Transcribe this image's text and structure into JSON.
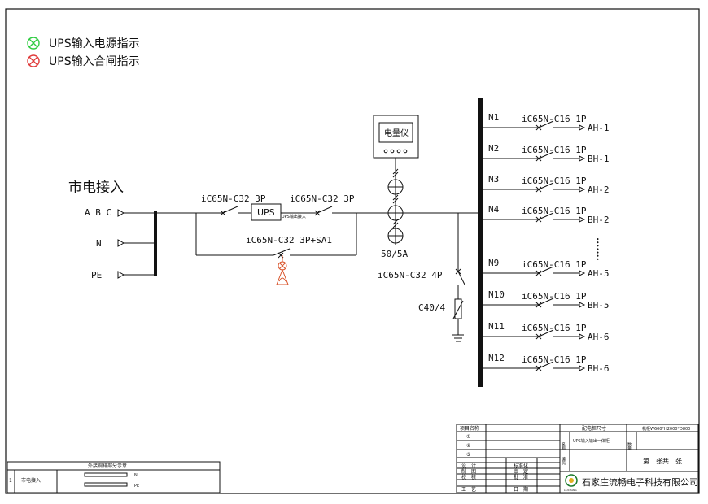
{
  "legend": {
    "green_label": "UPS输入电源指示",
    "red_label": "UPS输入合闸指示",
    "green_color": "#2ecc40",
    "red_color": "#e03b3b"
  },
  "mains": {
    "title": "市电接入",
    "abc": "A B C",
    "n": "N",
    "pe": "PE"
  },
  "main_path": {
    "breaker_in": "iC65N-C32 3P",
    "ups_label": "UPS",
    "ups_sub": "UPS输出接入",
    "breaker_out": "iC65N-C32 3P",
    "bypass": "iC65N-C32 3P+SA1",
    "ct_label": "50/5A",
    "meter_label": "电量仪",
    "spd_breaker": "iC65N-C32 4P",
    "spd_label": "C40/4",
    "busbar_dots": "•••••••"
  },
  "outputs": [
    {
      "n": "N1",
      "breaker": "iC65N-C16 1P",
      "target": "AH-1"
    },
    {
      "n": "N2",
      "breaker": "iC65N-C16 1P",
      "target": "BH-1"
    },
    {
      "n": "N3",
      "breaker": "iC65N-C16 1P",
      "target": "AH-2"
    },
    {
      "n": "N4",
      "breaker": "iC65N-C16 1P",
      "target": "BH-2"
    },
    {
      "n": "N9",
      "breaker": "iC65N-C16 1P",
      "target": "AH-5"
    },
    {
      "n": "N10",
      "breaker": "iC65N-C16 1P",
      "target": "BH-5"
    },
    {
      "n": "N11",
      "breaker": "iC65N-C16 1P",
      "target": "AH-6"
    },
    {
      "n": "N12",
      "breaker": "iC65N-C16 1P",
      "target": "BH-6"
    }
  ],
  "wiring_table": {
    "title": "外接铜排部分示意",
    "row_no": "1",
    "row_label": "市电接入",
    "n_label": "N",
    "pe_label": "PE"
  },
  "title_block": {
    "project_name": "项目名称",
    "circle1": "①",
    "circle2": "②",
    "circle3": "③",
    "design": "设　计",
    "draw": "制　图",
    "check": "校　核",
    "process": "工　艺",
    "standard": "标准化",
    "review": "审　定",
    "approve": "批　准",
    "date": "日　期",
    "cabinet_size_label": "配电柜尺寸",
    "cabinet_size": "机柜W600*H2000*D800",
    "name_label": "名称",
    "name_value": "UPS输入输出一体柜",
    "number_label": "编码",
    "qty_label": "数量",
    "sheet": "第　张共　张",
    "company": "石家庄流畅电子科技有限公司",
    "logo_text": "LIUCHANG"
  }
}
